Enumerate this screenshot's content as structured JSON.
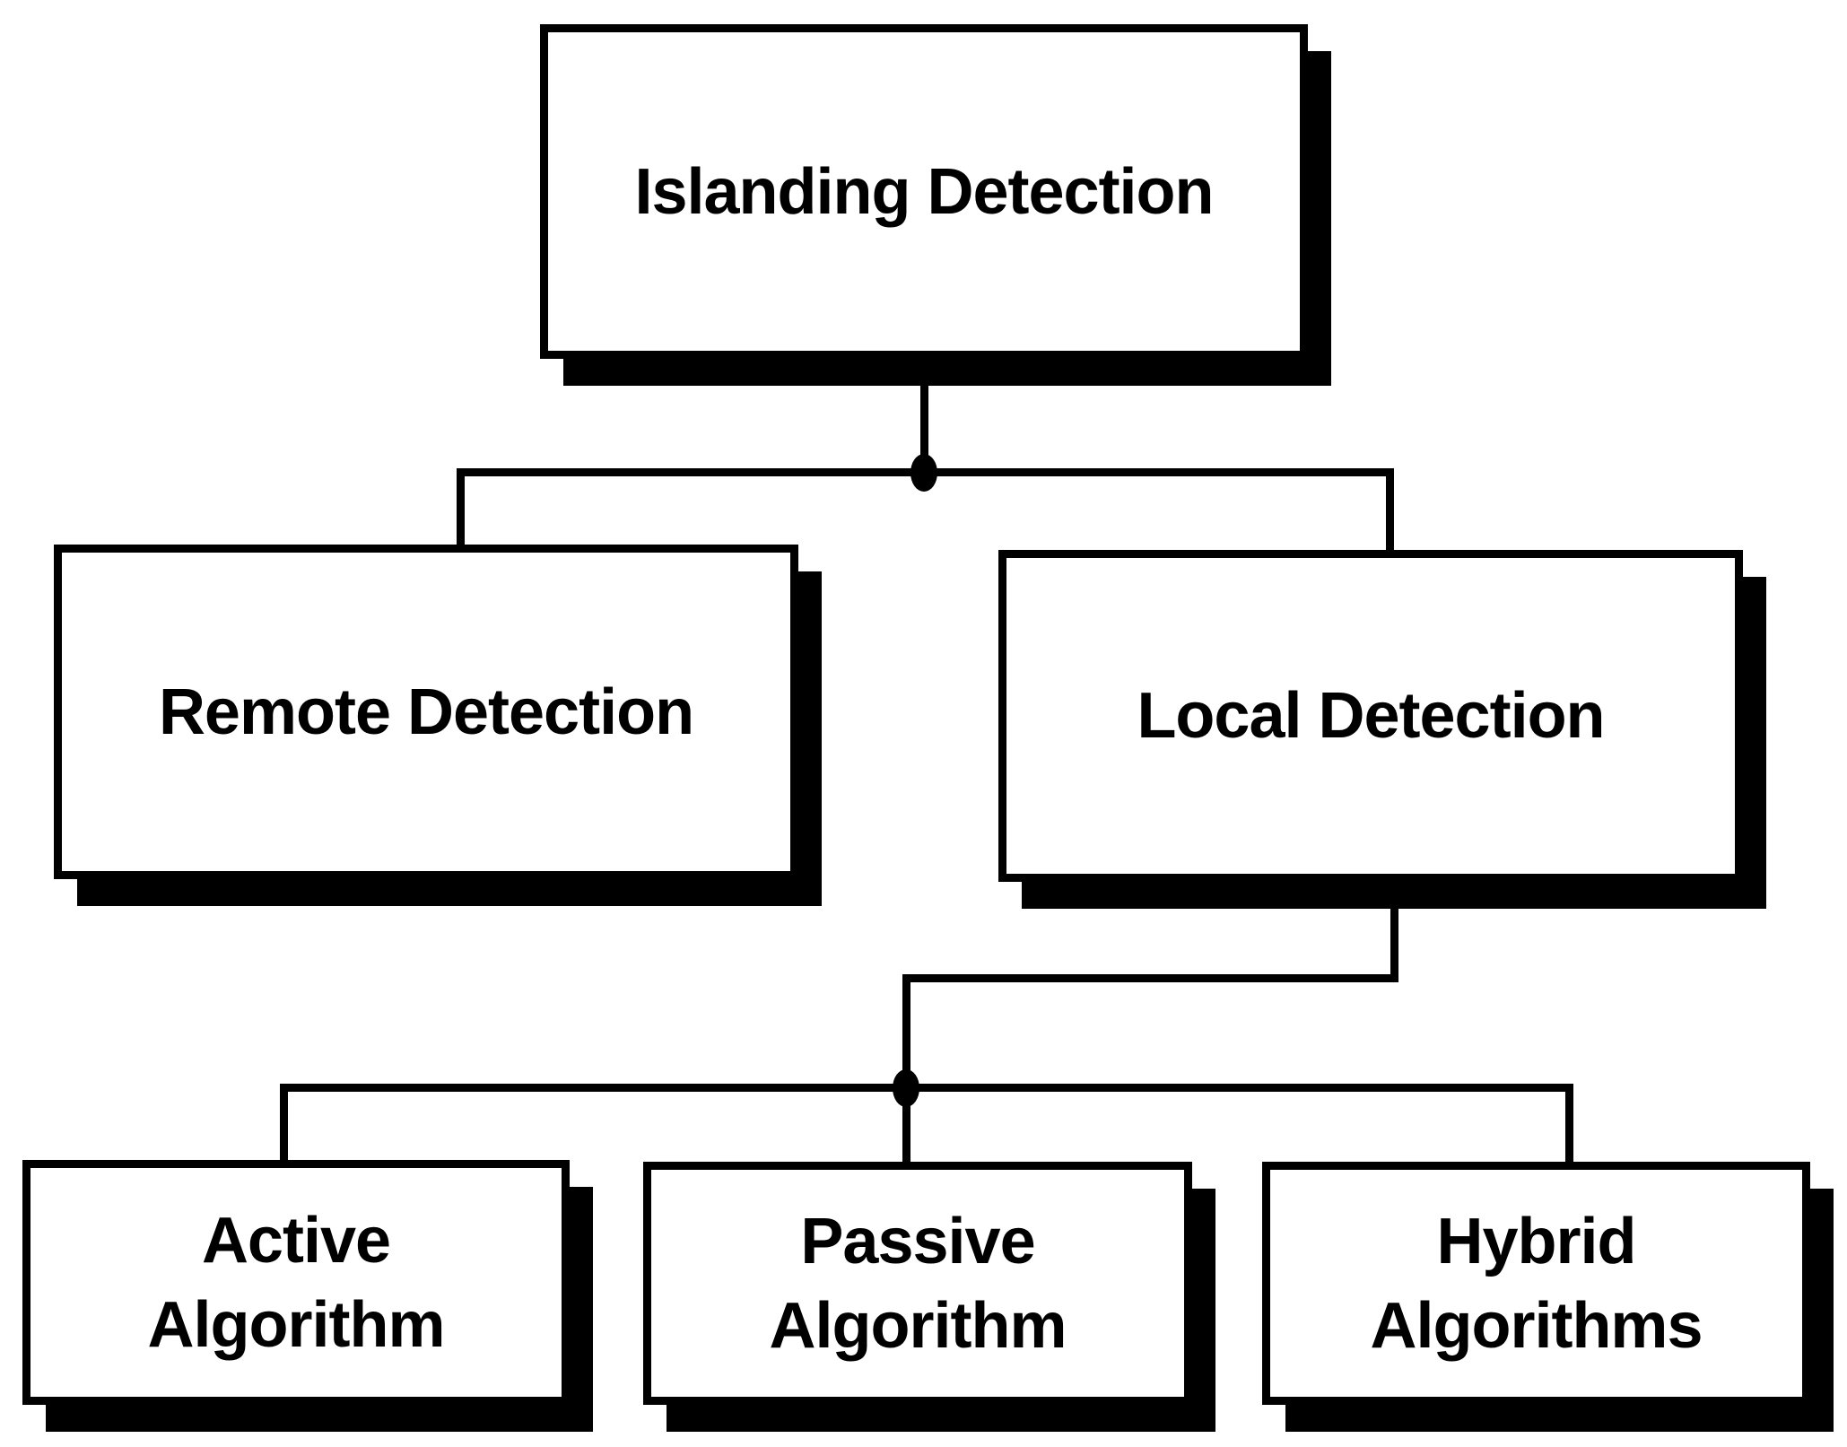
{
  "diagram": {
    "type": "flowchart-hierarchy",
    "colors": {
      "background": "#ffffff",
      "node_fill": "#ffffff",
      "node_border": "#000000",
      "node_shadow": "#000000",
      "line": "#000000",
      "text": "#000000"
    },
    "nodes": {
      "islanding": {
        "label": "Islanding Detection"
      },
      "remote": {
        "label": "Remote Detection"
      },
      "local": {
        "label": "Local Detection"
      },
      "active": {
        "label": "Active Algorithm",
        "line1": "Active",
        "line2": "Algorithm"
      },
      "passive": {
        "label": "Passive Algorithm",
        "line1": "Passive",
        "line2": "Algorithm"
      },
      "hybrid": {
        "label": "Hybrid Algorithms",
        "line1": "Hybrid",
        "line2": "Algorithms"
      }
    },
    "edges": [
      {
        "from": "Islanding Detection",
        "to": "Remote Detection"
      },
      {
        "from": "Islanding Detection",
        "to": "Local Detection"
      },
      {
        "from": "Local Detection",
        "to": "Active Algorithm"
      },
      {
        "from": "Local Detection",
        "to": "Passive Algorithm"
      },
      {
        "from": "Local Detection",
        "to": "Hybrid Algorithms"
      }
    ]
  }
}
